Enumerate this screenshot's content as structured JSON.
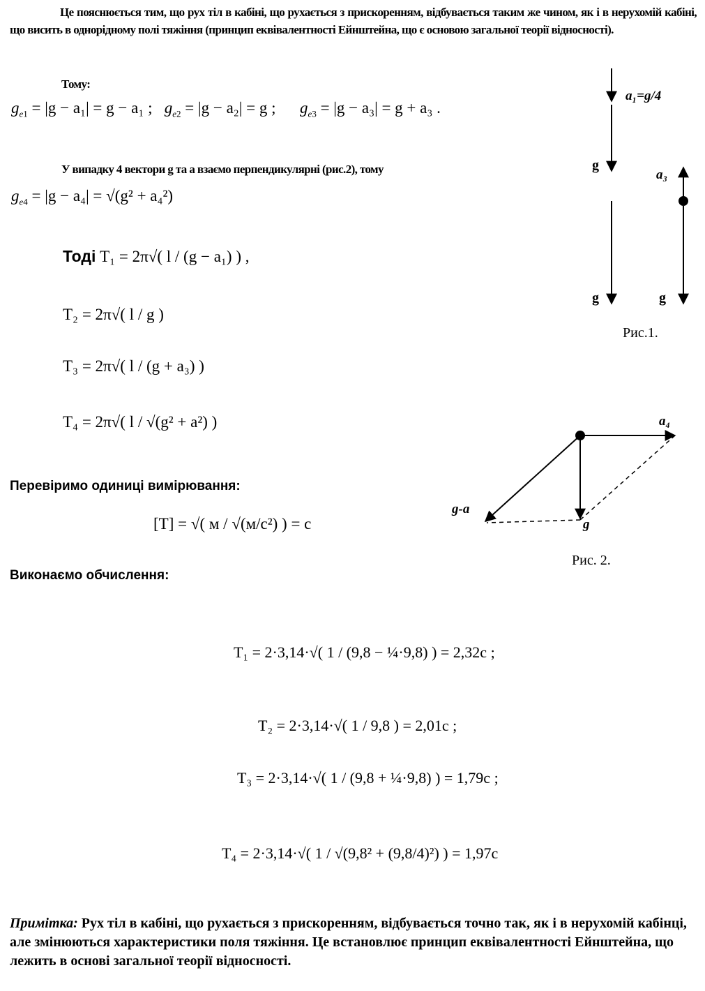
{
  "intro": {
    "line1": "Це пояснюється тим, що рух тіл в кабіні, що рухається з прискоренням, відбувається таким же чином, як  і в нерухомій  кабіні, що висить в однорідному полі тяжіння  (принцип еквівалентності Ейнштейна, що є основою загальної теорії відносності)."
  },
  "tomu_label": "Тому:",
  "ge_formulas": {
    "ge1": "|g − a₁| = g − a₁ ;",
    "ge2": "|g − a₂| = g ;",
    "ge3": "|g − a₃| = g + a₃ ."
  },
  "case4": {
    "text": "У випадку 4 вектори g та a взаємо перпендикулярні (рис.2), тому",
    "formula": "|g − a₄| = √(g² + a₄²)"
  },
  "todi_label": "Тоді",
  "periods": {
    "t1": "T₁ = 2π√( l / (g − a₁) ) ,",
    "t2": "T₂ = 2π√( l / g )",
    "t3": "T₃ = 2π√( l / (g + a₃) )",
    "t4": "T₄ = 2π√( l / √(g² + a²) )"
  },
  "units": {
    "heading": "Перевіримо одиниці вимірювання:",
    "formula": "[T] = √( м / √(м/с²) ) = с"
  },
  "calc": {
    "heading": "Виконаємо обчислення:",
    "t1": "T₁ = 2·3,14·√( 1 / (9,8 − ¼·9,8) ) = 2,32с ;",
    "t2": "T₂ = 2·3,14·√( 1 / 9,8 ) = 2,01с ;",
    "t3": "T₃ = 2·3,14·√( 1 / (9,8 + ¼·9,8) ) = 1,79с ;",
    "t4": "T₄ = 2·3,14·√( 1 / √(9,8² + (9,8/4)²) ) = 1,97с"
  },
  "note": {
    "label": "Примітка:",
    "text": " Рух тіл в кабіні, що рухається з прискоренням, відбувається точно так, як і в нерухомій кабінці, але змінюються характеристики поля тяжіння. Це встановлює принцип еквівалентності Ейнштейна, що лежить в основі загальної теорії відносності."
  },
  "fig1": {
    "caption": "Рис.1.",
    "a1_label": "a₁=g/4",
    "a3_label": "a₃",
    "g_label": "g"
  },
  "fig2": {
    "caption": "Рис. 2.",
    "a4_label": "a₄",
    "g_label": "g",
    "ga_label": "g-a"
  }
}
